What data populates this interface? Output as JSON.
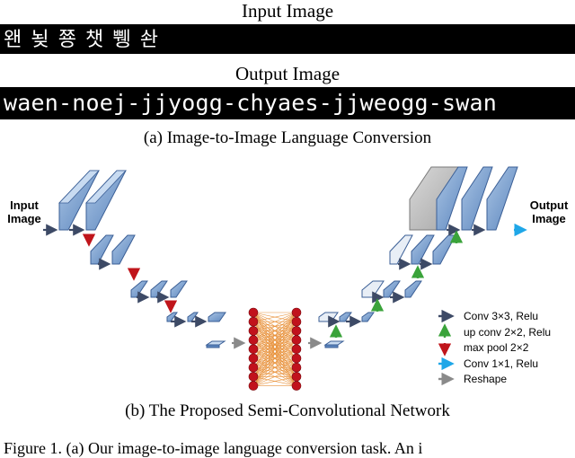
{
  "panel_a": {
    "input_heading": "Input Image",
    "input_text": "왠 뇢 쭁 챗 쀙 솬",
    "output_heading": "Output Image",
    "output_text": "waen-noej-jjyogg-chyaes-jjweogg-swan",
    "caption": "(a)  Image-to-Image Language Conversion"
  },
  "panel_b": {
    "input_label_line1": "Input",
    "input_label_line2": "Image",
    "output_label_line1": "Output",
    "output_label_line2": "Image",
    "caption": "(b)  The Proposed Semi-Convolutional Network",
    "legend": [
      {
        "label": "Conv 3×3, Relu",
        "color": "#3d4a66",
        "icon": "arrow-right-icon"
      },
      {
        "label": "up conv 2×2, Relu",
        "color": "#3aa33a",
        "icon": "arrow-up-icon"
      },
      {
        "label": "max pool 2×2",
        "color": "#c0151b",
        "icon": "arrow-down-icon"
      },
      {
        "label": "Conv 1×1, Relu",
        "color": "#1fa7e8",
        "icon": "arrow-right-icon"
      },
      {
        "label": "Reshape",
        "color": "#8a8a8a",
        "icon": "arrow-right-icon"
      }
    ]
  },
  "figure_caption_start": "Figure 1.     (a) Our image-to-image language conversion task. An i"
}
